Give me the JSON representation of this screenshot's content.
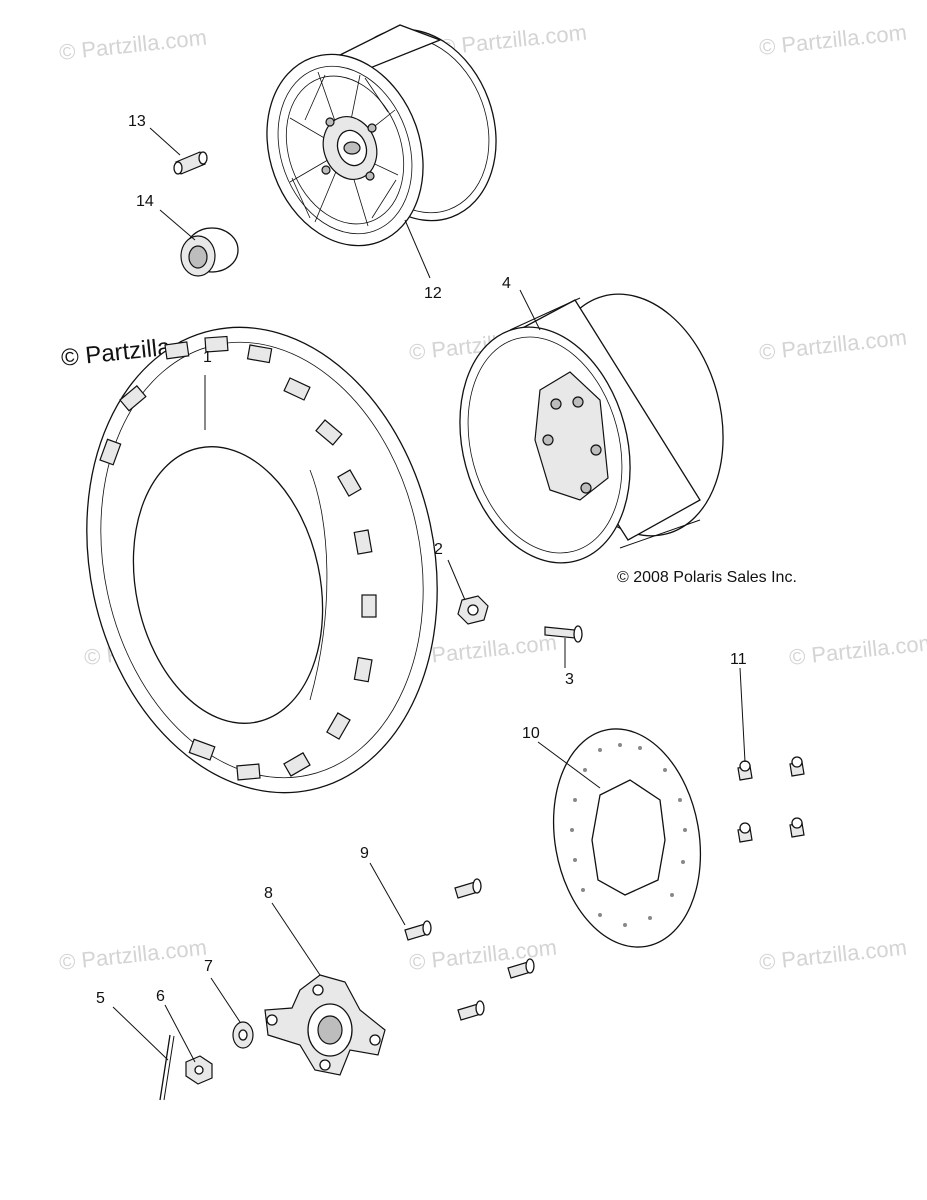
{
  "watermark": "© Partzilla.com",
  "copyright": "© 2008 Polaris Sales Inc.",
  "callouts": [
    "1",
    "2",
    "3",
    "4",
    "5",
    "6",
    "7",
    "8",
    "9",
    "10",
    "11",
    "12",
    "13",
    "14"
  ]
}
